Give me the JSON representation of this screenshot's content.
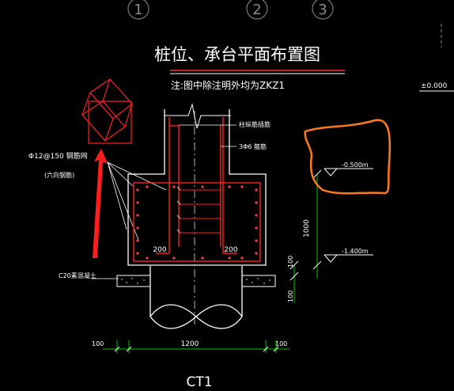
{
  "axes": {
    "a1": "1",
    "a2": "2",
    "a3": "3"
  },
  "title": "桩位、承台平面布置图",
  "note": "注:图中除注明外均为ZKZ1",
  "elevations": {
    "top": "±0.000",
    "mid": "-0.500m",
    "bottom": "-1.400m"
  },
  "callouts": {
    "column_bar": "柱纵筋插筋",
    "stirrup": "3Φ6 箍筋",
    "mesh": "Φ12@150 钢筋网",
    "mesh_sub": "(六向钢筋)",
    "cushion": "C20素混凝土"
  },
  "dims": {
    "left_200": "200",
    "right_200": "200",
    "width_1200": "1200",
    "side_100_left": "100",
    "side_100_right": "100",
    "v_1000": "1000",
    "v_100_a": "100",
    "v_100_b": "100"
  },
  "drawing_label": "CT1",
  "colors": {
    "bg": "#000000",
    "line": "#ffffff",
    "rebar": "#ff2020",
    "dim": "#00c800",
    "accent": "#ff7a1a",
    "axis": "#8a8a8a"
  }
}
